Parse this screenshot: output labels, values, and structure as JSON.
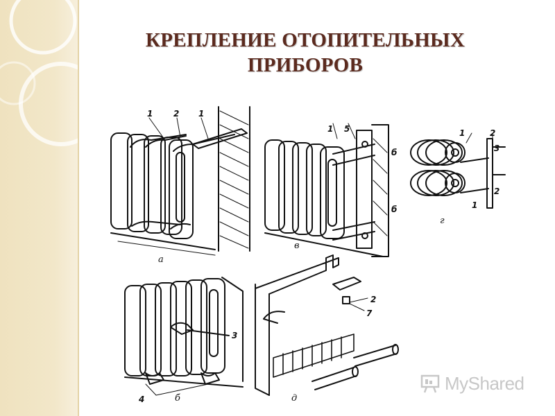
{
  "slide": {
    "title_line1": "КРЕПЛЕНИЕ ОТОПИТЕЛЬНЫХ",
    "title_line2": "ПРИБОРОВ"
  },
  "figure": {
    "panels": [
      {
        "letter": "а",
        "callouts": [
          "1",
          "2",
          "1"
        ]
      },
      {
        "letter": "в",
        "callouts": [
          "1",
          "5",
          "б",
          "б"
        ]
      },
      {
        "letter": "г",
        "callouts": [
          "1",
          "2",
          "3",
          "2",
          "1"
        ]
      },
      {
        "letter": "б",
        "callouts": [
          "3",
          "4"
        ]
      },
      {
        "letter": "д",
        "callouts": [
          "2",
          "7"
        ]
      }
    ]
  },
  "watermark": {
    "text": "MyShared",
    "icon": "presentation-board-icon",
    "color": "#c7c7c7"
  },
  "theme": {
    "band_color": "#efe2bf",
    "title_color": "#5b2a1e"
  }
}
